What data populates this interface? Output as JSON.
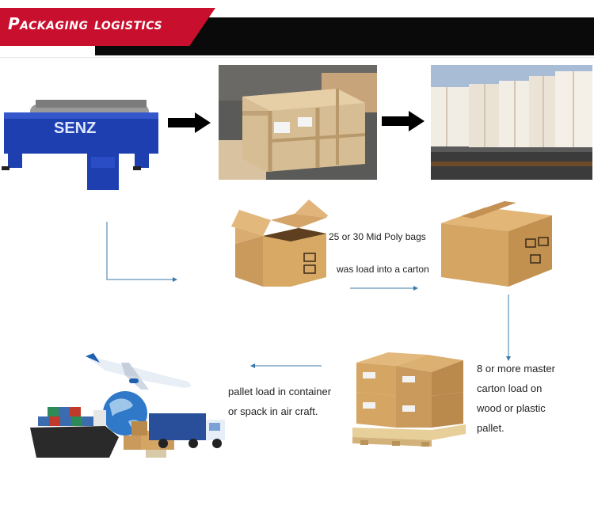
{
  "header": {
    "title": "Packaging logistics"
  },
  "machine": {
    "brand": "SENZ"
  },
  "captions": {
    "carton_line1": "25 or 30 Mid Poly bags",
    "carton_line2": "was load into a carton",
    "pallet_line1": "8 or more master",
    "pallet_line2": "carton load on",
    "pallet_line3": "wood or plastic",
    "pallet_line4": "pallet.",
    "ship_line1": "pallet load in container",
    "ship_line2": "or spack in air craft."
  },
  "colors": {
    "header_red": "#c8102e",
    "header_black": "#0a0a0a",
    "machine_blue": "#1e3fb0",
    "connector_blue": "#3a78a8",
    "cardboard": "#c99a5c"
  },
  "icons": [
    "arrow-right-icon",
    "arrow-right-icon",
    "connector-arrow",
    "airplane-icon",
    "globe-icon",
    "ship-icon",
    "truck-icon"
  ]
}
